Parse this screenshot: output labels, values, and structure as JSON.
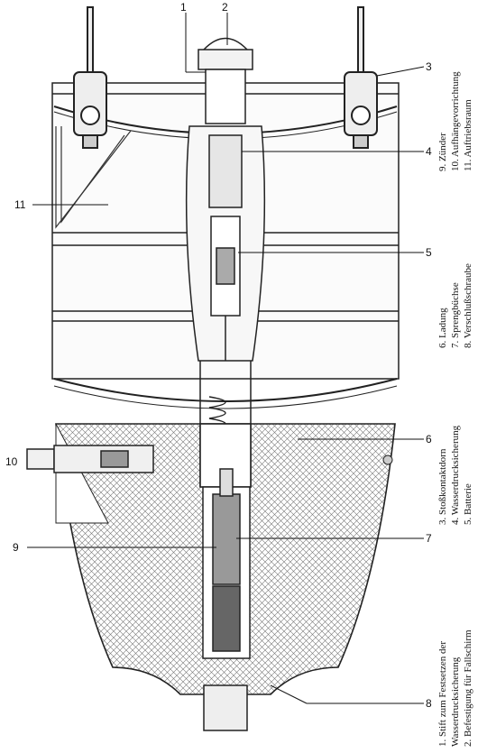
{
  "callouts": [
    "1",
    "2",
    "3",
    "4",
    "5",
    "6",
    "7",
    "8",
    "9",
    "10",
    "11"
  ],
  "legend": {
    "col1": [
      "1.  Stift zum Festsetzen der",
      "     Wasserdrucksicherung",
      "2.  Befestigung für Fallschirm"
    ],
    "col2": [
      "3.  Stoßkontaktdorn",
      "4.  Wasserdrucksicherung",
      "5.  Batterie"
    ],
    "col3": [
      "6.  Ladung",
      "7.  Sprengbüchse",
      "8.  Verschlußschraube"
    ],
    "col4": [
      "9.  Zünder",
      "10.  Aufhängevorrichtung",
      "11.  Auftriebsraum"
    ]
  }
}
